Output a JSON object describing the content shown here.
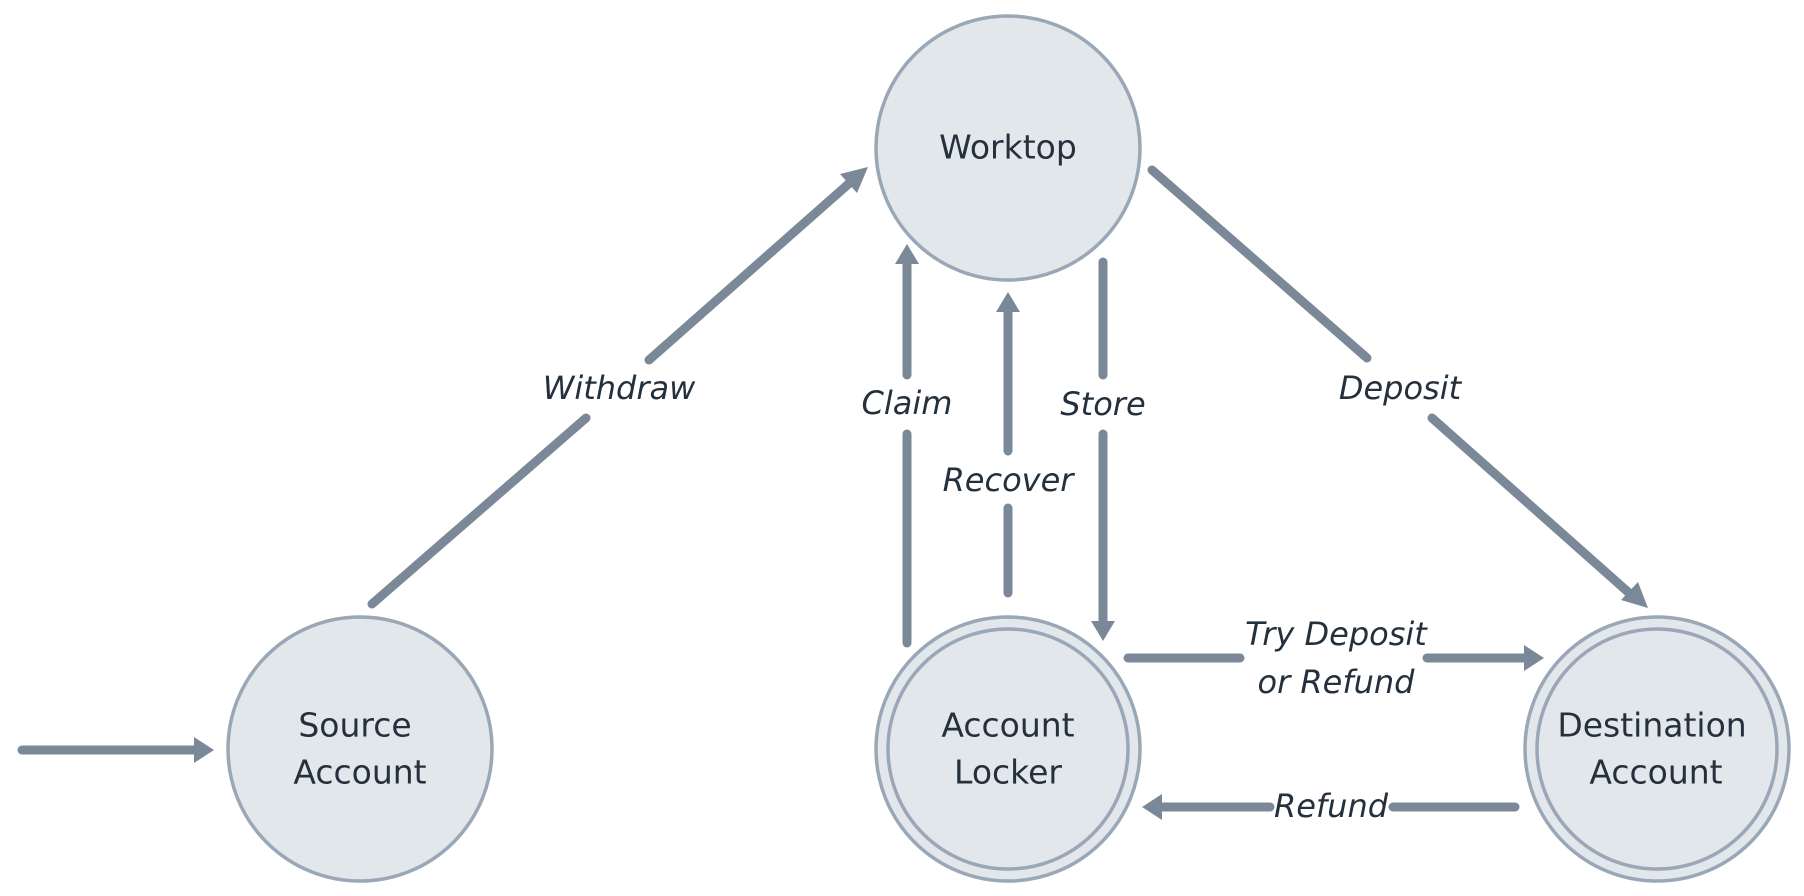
{
  "nodes": {
    "worktop": {
      "lines": [
        "Worktop"
      ]
    },
    "source_account": {
      "lines": [
        "Source",
        "Account"
      ]
    },
    "account_locker": {
      "lines": [
        "Account",
        "Locker"
      ]
    },
    "destination_account": {
      "lines": [
        "Destination",
        "Account"
      ]
    }
  },
  "edges": {
    "withdraw": "Withdraw",
    "claim": "Claim",
    "recover": "Recover",
    "store": "Store",
    "deposit": "Deposit",
    "try_deposit": [
      "Try Deposit",
      "or Refund"
    ],
    "refund": "Refund"
  },
  "colors": {
    "node_fill": "#e2e7ec",
    "node_stroke": "#9aa7b6",
    "arrow": "#7a8898",
    "text": "#25303d"
  }
}
